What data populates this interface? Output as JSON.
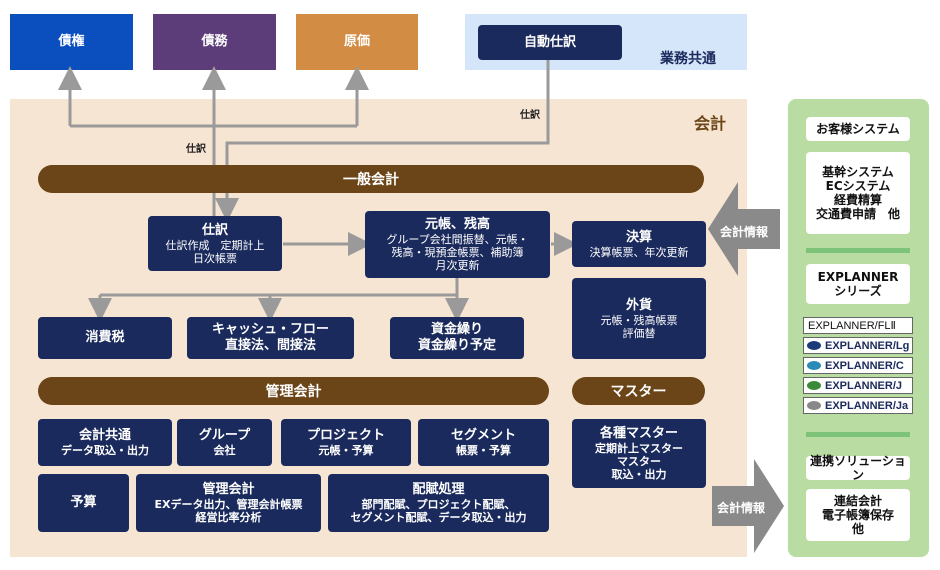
{
  "top": {
    "saiken": "債権",
    "saimu": "債務",
    "genka": "原価",
    "jidou_shiwake": "自動仕訳",
    "gyomu_kyotsu": "業務共通"
  },
  "kaikei": {
    "title": "会計"
  },
  "labels": {
    "shiwake_right": "仕訳",
    "shiwake_left": "仕訳"
  },
  "ippan": {
    "title": "一般会計",
    "shiwake": {
      "title": "仕訳",
      "lines": [
        "仕訳作成　定期計上",
        "日次帳票"
      ]
    },
    "motocho": {
      "title": "元帳、残高",
      "lines": [
        "グループ会社間振替、元帳・",
        "残高・現預金帳票、補助簿",
        "月次更新"
      ]
    },
    "kessan": {
      "title": "決算",
      "line": "決算帳票、年次更新"
    },
    "gaika": {
      "title": "外貨",
      "lines": [
        "元帳・残高帳票",
        "評価替"
      ]
    },
    "shohizei": "消費税",
    "cashflow": {
      "title": "キャッシュ・フロー",
      "line": "直接法、間接法"
    },
    "shikin": {
      "title": "資金繰り",
      "line": "資金繰り予定"
    }
  },
  "kanri": {
    "title": "管理会計",
    "kyotsu": {
      "title": "会計共通",
      "line": "データ取込・出力"
    },
    "group": {
      "title": "グループ",
      "line": "会社"
    },
    "project": {
      "title": "プロジェクト",
      "line": "元帳・予算"
    },
    "segment": {
      "title": "セグメント",
      "line": "帳票・予算"
    },
    "yosan": "予算",
    "kanrikaikei": {
      "title": "管理会計",
      "lines": [
        "EXデータ出力、管理会計帳票",
        "経営比率分析"
      ]
    },
    "haifu": {
      "title": "配賦処理",
      "lines": [
        "部門配賦、プロジェクト配賦、",
        "セグメント配賦、データ取込・出力"
      ]
    }
  },
  "master": {
    "title": "マスター",
    "box": {
      "title": "各種マスター",
      "lines": [
        "定期計上マスター",
        "マスター",
        "取込・出力"
      ]
    }
  },
  "arrows": {
    "upper": "会計情報",
    "lower": "会計情報"
  },
  "right": {
    "customer": "お客様システム",
    "systems": [
      "基幹システム",
      "ECシステム",
      "経費精算",
      "交通費申請　他"
    ],
    "explanner": [
      "EXPLANNER",
      "シリーズ"
    ],
    "logos": [
      {
        "text": "EXPLANNER/FLⅡ",
        "color": "#ffffff"
      },
      {
        "text": "EXPLANNER/Lg",
        "color": "#1a3a7a"
      },
      {
        "text": "EXPLANNER/C",
        "color": "#2a8ab8"
      },
      {
        "text": "EXPLANNER/J",
        "color": "#3a8a3a"
      },
      {
        "text": "EXPLANNER/Ja",
        "color": "#888888"
      }
    ],
    "renkei": "連携ソリューション",
    "renkei_items": [
      "連結会計",
      "電子帳簿保存",
      "他"
    ]
  },
  "colors": {
    "saiken": "#0b4fbf",
    "saimu": "#5c3d7a",
    "genka": "#d38c43",
    "gyomu_bg": "#d6e6fa",
    "kaikei_bg": "#f7e5d3",
    "navy": "#1a2a5c",
    "bar": "#6b4417",
    "green_panel": "#b8dca2"
  }
}
